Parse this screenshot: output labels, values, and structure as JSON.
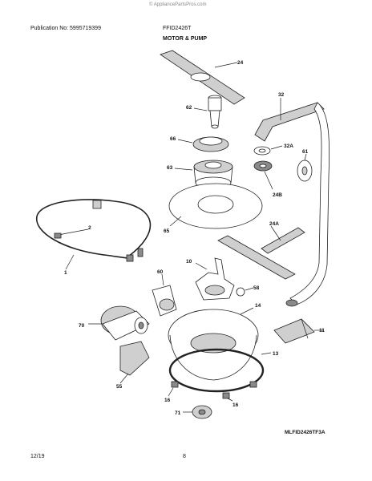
{
  "watermark": "© AppliancePartsPros.com",
  "header": {
    "publication": "Publication No: 5995719399",
    "model": "FFID2426T",
    "section_title": "MOTOR & PUMP"
  },
  "diagram_code": "MLFID2426TF3A",
  "footer": {
    "date": "12/19",
    "page": "8"
  },
  "parts": {
    "p24": "24",
    "p62": "62",
    "p32": "32",
    "p66": "66",
    "p32a": "32A",
    "p61": "61",
    "p63": "63",
    "p24b": "24B",
    "p2": "2",
    "p24a": "24A",
    "p65": "65",
    "p1": "1",
    "p10": "10",
    "p60": "60",
    "p58": "58",
    "p14": "14",
    "p70": "70",
    "p11": "11",
    "p13": "13",
    "p55": "55",
    "p16a": "16",
    "p16b": "16",
    "p71": "71"
  }
}
